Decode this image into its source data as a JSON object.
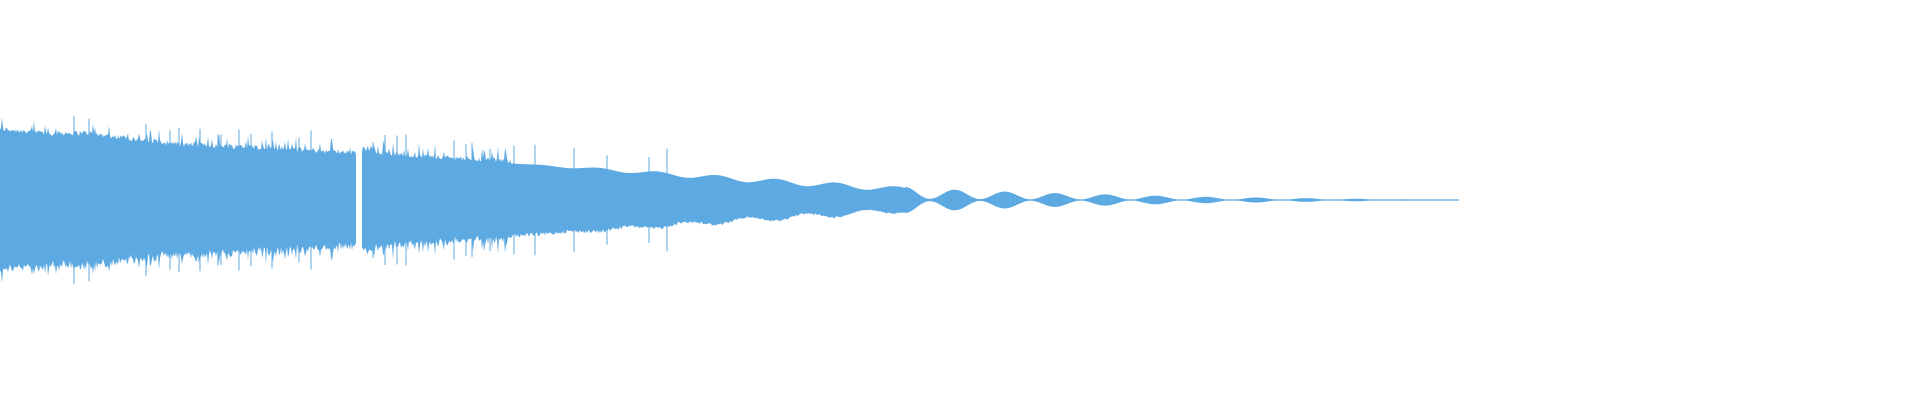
{
  "waveform": {
    "color": "#5DA9E1",
    "background": "#FFFFFF",
    "peak_envelope": [
      0.6,
      0.6,
      0.5,
      0.47,
      0.42,
      0.38,
      0.34,
      0.3,
      0.25,
      0.2,
      0.15,
      0.1,
      0.07,
      0.05,
      0.03,
      0.02,
      0.01,
      0.0
    ],
    "segment_break_fraction": 0.187,
    "audible_end_fraction": 0.76
  }
}
